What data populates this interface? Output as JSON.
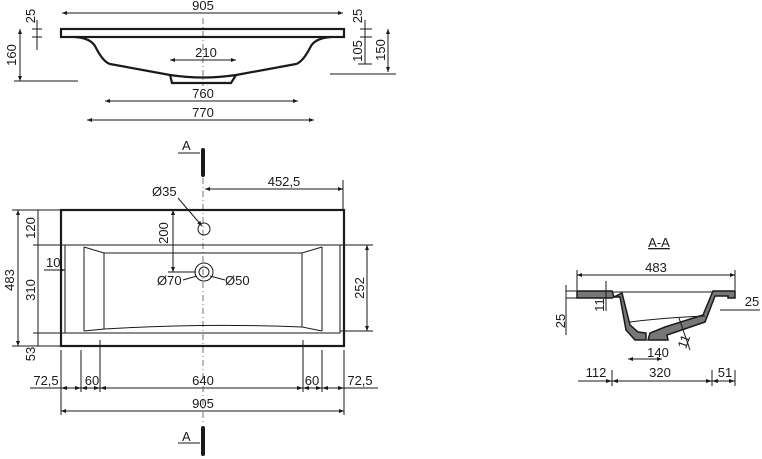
{
  "top_view": {
    "width_total": "905",
    "rim_left": "25",
    "height_left": "160",
    "rim_right": "25",
    "depth_right": "105",
    "height_right": "150",
    "drain_width": "210",
    "basin_inner": "760",
    "basin_outer": "770"
  },
  "plan_view": {
    "section_mark_top": "A",
    "section_mark_bottom": "A",
    "tap_offset": "452,5",
    "tap_hole": "Ø35",
    "tap_depth": "200",
    "drain_outer": "Ø70",
    "drain_inner": "Ø50",
    "basin_depth_right": "252",
    "total_depth": "483",
    "back_rim": "120",
    "basin_length": "310",
    "front_rim": "53",
    "side_wall": "10",
    "bottom_dims": [
      "72,5",
      "60",
      "640",
      "60",
      "72,5"
    ],
    "width_total": "905"
  },
  "section_view": {
    "title": "A-A",
    "depth": "483",
    "rim_thickness_left": "25",
    "wall_left": "11",
    "wall_right": "11",
    "rim_right": "25",
    "drain_width": "140",
    "bottom_dims": [
      "112",
      "320",
      "51"
    ]
  }
}
